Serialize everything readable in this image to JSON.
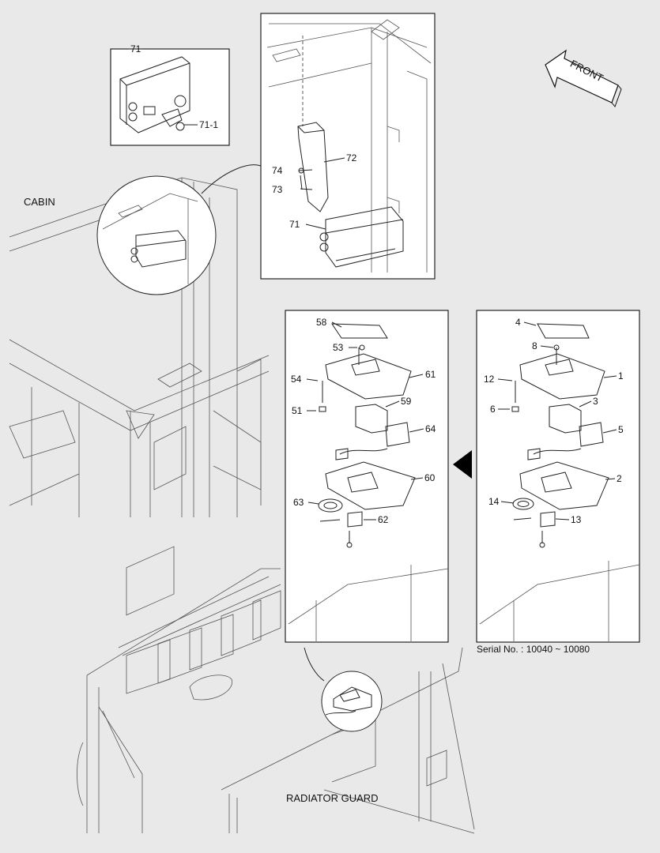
{
  "labels": {
    "cabin": "CABIN",
    "radiator_guard": "RADIATOR GUARD",
    "front": "FRONT",
    "serial": "Serial No. : 10040 ~ 10080"
  },
  "callouts": {
    "p71": "71",
    "p71_1": "71-1",
    "p72": "72",
    "p73": "73",
    "p74": "74",
    "p71b": "71",
    "p58": "58",
    "p53": "53",
    "p54": "54",
    "p61": "61",
    "p51": "51",
    "p59": "59",
    "p64": "64",
    "p60": "60",
    "p63": "63",
    "p62": "62",
    "p4": "4",
    "p8": "8",
    "p12": "12",
    "p1": "1",
    "p6": "6",
    "p3": "3",
    "p5": "5",
    "p2": "2",
    "p14": "14",
    "p13": "13"
  }
}
